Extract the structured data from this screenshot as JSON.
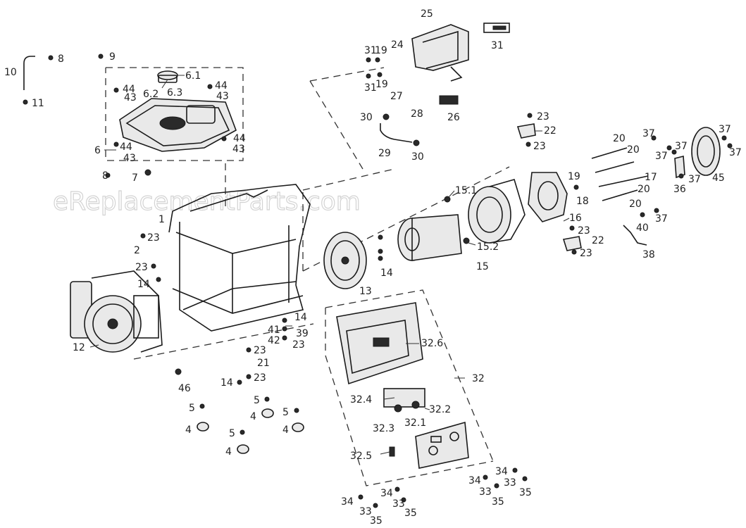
{
  "watermark": "eReplacementParts.com",
  "callouts": {
    "c1": "1",
    "c2": "2",
    "c4": "4",
    "c5": "5",
    "c6": "6",
    "c61": "6.1",
    "c62": "6.2",
    "c63": "6.3",
    "c7": "7",
    "c8": "8",
    "c9": "9",
    "c10": "10",
    "c11": "11",
    "c12": "12",
    "c13": "13",
    "c14": "14",
    "c15": "15",
    "c151": "15.1",
    "c152": "15.2",
    "c16": "16",
    "c17": "17",
    "c18": "18",
    "c19": "19",
    "c20": "20",
    "c21": "21",
    "c22": "22",
    "c23": "23",
    "c24": "24",
    "c25": "25",
    "c26": "26",
    "c27": "27",
    "c28": "28",
    "c29": "29",
    "c30": "30",
    "c31": "31",
    "c32": "32",
    "c321": "32.1",
    "c322": "32.2",
    "c323": "32.3",
    "c324": "32.4",
    "c325": "32.5",
    "c326": "32.6",
    "c33": "33",
    "c34": "34",
    "c35": "35",
    "c36": "36",
    "c37": "37",
    "c38": "38",
    "c39": "39",
    "c40": "40",
    "c41": "41",
    "c42": "42",
    "c43": "43",
    "c44": "44",
    "c45": "45",
    "c46": "46"
  }
}
